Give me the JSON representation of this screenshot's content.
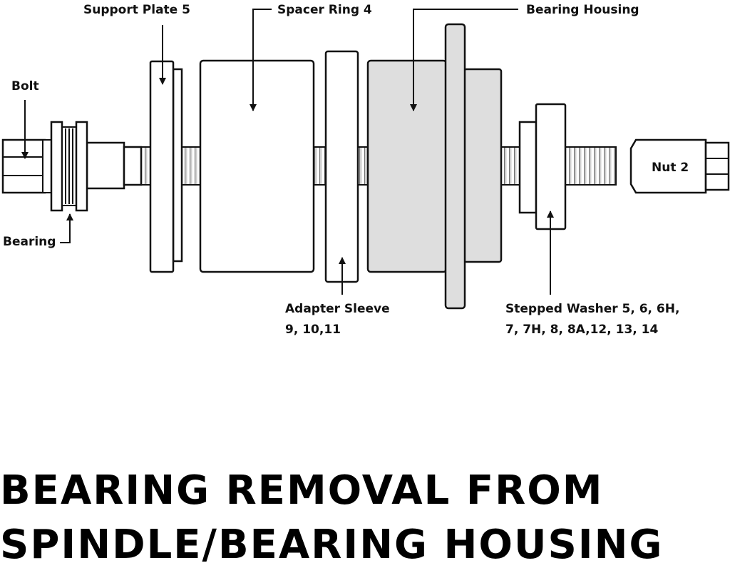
{
  "labels": {
    "support_plate": "Support Plate 5",
    "spacer_ring": "Spacer Ring 4",
    "bearing_housing": "Bearing Housing",
    "bolt": "Bolt",
    "bearing": "Bearing",
    "nut": "Nut 2",
    "adapter_sleeve_line1": "Adapter Sleeve",
    "adapter_sleeve_line2": "9, 10,11",
    "stepped_washer_line1": "Stepped Washer 5, 6, 6H,",
    "stepped_washer_line2": "7, 7H, 8, 8A,12, 13, 14"
  },
  "title": {
    "line1": "BEARING REMOVAL FROM",
    "line2": "SPINDLE/BEARING HOUSING"
  },
  "colors": {
    "stroke": "#111111",
    "housing_fill": "#dedede",
    "part_fill": "#ffffff"
  }
}
